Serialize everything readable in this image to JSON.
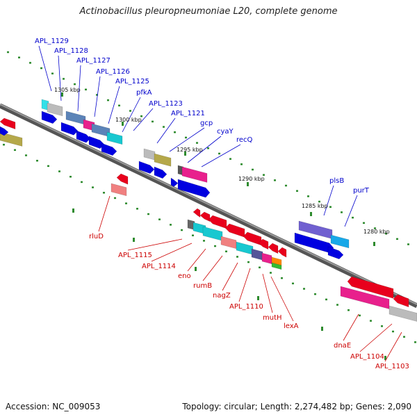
{
  "title": "Actinobacillus pleuropneumoniae L20, complete genome",
  "footer": {
    "accession": "Accession: NC_009053",
    "summary": "Topology: circular; Length: 2,274,482 bp; Genes: 2,090"
  },
  "colors": {
    "backbone": "#777777",
    "plus_label": "#0000cc",
    "minus_label": "#cc0000",
    "tick": "#2e8b2e"
  },
  "scale_labels": [
    "1305 kbp",
    "1300 kbp",
    "1295 kbp",
    "1290 kbp",
    "1285 kbp",
    "1280 kbp"
  ],
  "plus_labels": [
    "APL_1129",
    "APL_1128",
    "APL_1127",
    "APL_1126",
    "APL_1125",
    "pfkA",
    "APL_1123",
    "APL_1121",
    "gcp",
    "cyaY",
    "recQ",
    "plsB",
    "purT"
  ],
  "minus_labels": [
    "rluD",
    "APL_1115",
    "APL_1114",
    "eno",
    "rumB",
    "nagZ",
    "APL_1110",
    "mutH",
    "lexA",
    "dnaE",
    "APL_1104",
    "APL_1103"
  ]
}
